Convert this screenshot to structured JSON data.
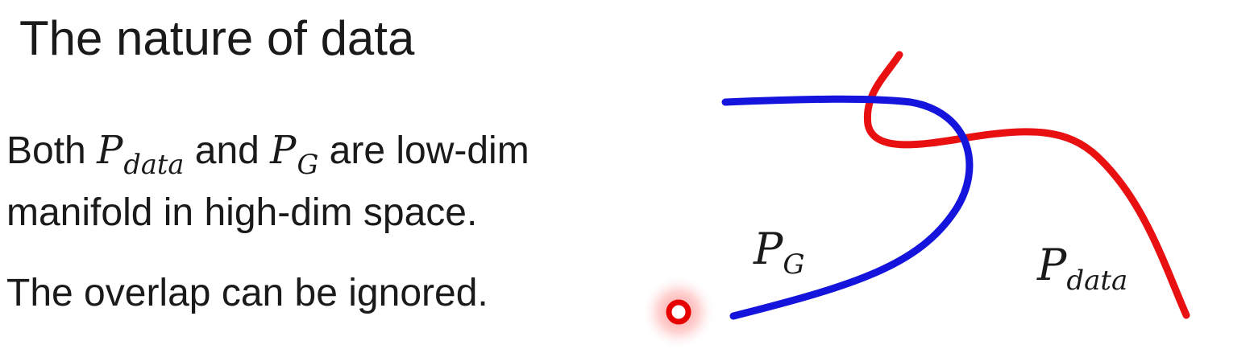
{
  "title": "The nature of data",
  "statement": {
    "line1_prefix": "Both ",
    "p_data_main": "P",
    "p_data_sub": "data",
    "line1_middle": " and ",
    "p_g_main": "P",
    "p_g_sub": "G",
    "line1_suffix": " are low-dim",
    "line2": "manifold in high-dim space."
  },
  "note": "The overlap can be ignored.",
  "figure": {
    "p_g_label_main": "P",
    "p_g_label_sub": "G",
    "p_data_label_main": "P",
    "p_data_label_sub": "data",
    "p_g_color": "#1414dc",
    "p_data_color": "#e81010",
    "pointer_color": "#e60000"
  }
}
